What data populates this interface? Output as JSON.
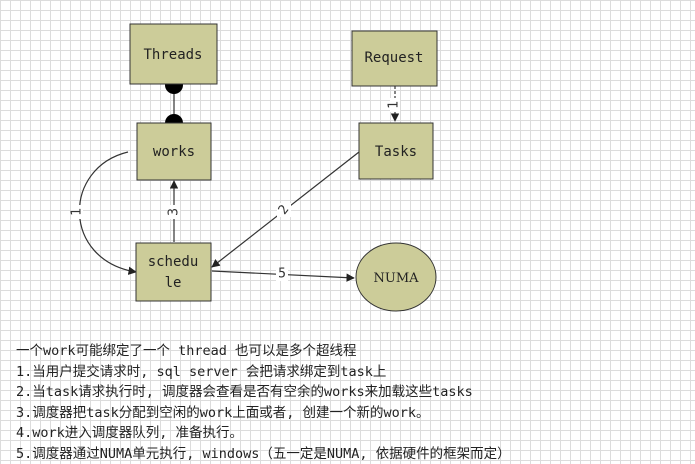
{
  "nodes": {
    "threads": "Threads",
    "request": "Request",
    "works": "works",
    "tasks": "Tasks",
    "schedule_line1": "schedu",
    "schedule_line2": "le",
    "numa": "NUMA"
  },
  "edge_labels": {
    "request_tasks": "1",
    "works_schedule_curve": "1",
    "tasks_schedule": "2",
    "schedule_works": "3",
    "schedule_numa": "5"
  },
  "notes": [
    "一个work可能绑定了一个 thread 也可以是多个超线程",
    "1.当用户提交请求时, sql server 会把请求绑定到task上",
    "2.当task请求执行时, 调度器会查看是否有空余的works来加载这些tasks",
    "3.调度器把task分配到空闲的work上面或者, 创建一个新的work。",
    "4.work进入调度器队列, 准备执行。",
    "5.调度器通过NUMA单元执行, windows（五一定是NUMA, 依据硬件的框架而定）"
  ],
  "colors": {
    "node_fill": "#cccc99",
    "numa_fill": "#cccc99",
    "stroke": "#333333"
  }
}
